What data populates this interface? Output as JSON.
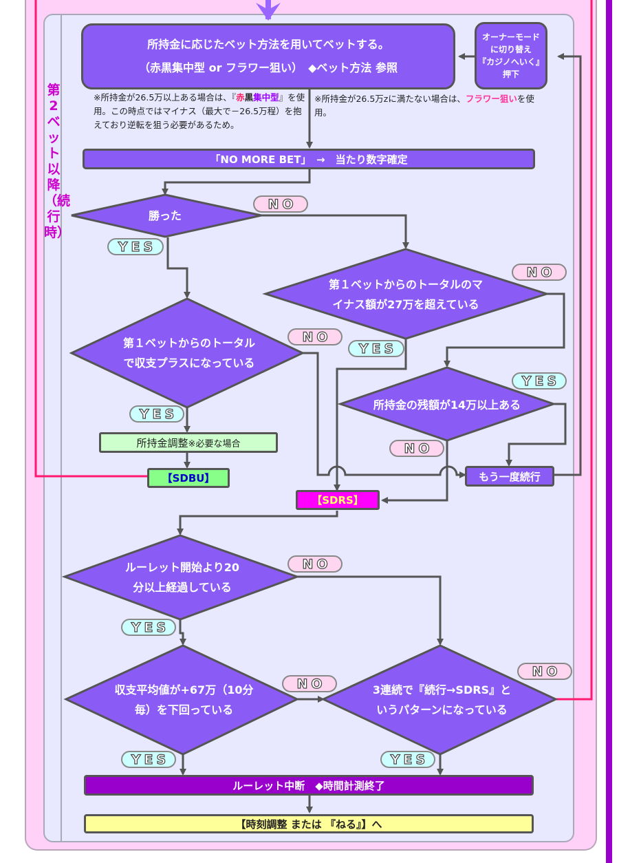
{
  "side_label": "第2ベット以降（続行時）",
  "nodes": {
    "bet_line1": "所持金に応じたベット方法を用いてベットする。",
    "bet_line2_a": "（赤黒集中型 or フラワー狙い）",
    "bet_line2_b": "◆ベット方法 参照",
    "owner_line1": "オーナーモード",
    "owner_line2": "に切り替え",
    "owner_line3": "『カジノへいく』",
    "owner_line4": "押下",
    "note_left_a": "※所持金が26.5万以上ある場合は、『",
    "note_left_red": "赤",
    "note_left_mid": "黒",
    "note_left_vio": "集中型",
    "note_left_b": "』を使用。この時点ではマイナス（最大で－26.5万程）を抱えており逆転を狙う必要があるため。",
    "note_right_a": "※所持金が26.5万zに満たない場合は、",
    "note_right_pink": "フラワー狙い",
    "note_right_b": "を使用。",
    "no_more_bet": "「NO MORE BET」　→　当たり数字確定",
    "won": "勝った",
    "total_minus_1": "第１ベットからのトータルのマ",
    "total_minus_2": "イナス額が27万を超えている",
    "total_plus_1": "第１ベットからのトータル",
    "total_plus_2": "で収支プラスになっている",
    "balance": "所持金の残額が14万以上ある",
    "adjust_a": "所持金調整 ",
    "adjust_b": "※必要な場合",
    "sdbu": "【SDBU】",
    "continue": "もう一度続行",
    "sdrs": "【SDRS】",
    "elapsed_1": "ルーレット開始より20",
    "elapsed_2": "分以上経過している",
    "avg_1": "収支平均値が+67万（10分",
    "avg_2": "毎）を下回っている",
    "pattern_1": "3連続で『続行→SDRS』と",
    "pattern_2": "いうパターンになっている",
    "stop": "ルーレット中断　◆時間計測終了",
    "final": "【時刻調整 または 『ねる』】へ"
  },
  "labels": {
    "yes": "YES",
    "no": "NO"
  },
  "colors": {
    "node": "#8a5cf5",
    "stop": "#9900cc",
    "sdbu": "#88ff88",
    "sdrs": "#ff00ff",
    "adjust": "#ccffcc",
    "final": "#ffff99",
    "return_line": "#ff1a70"
  }
}
